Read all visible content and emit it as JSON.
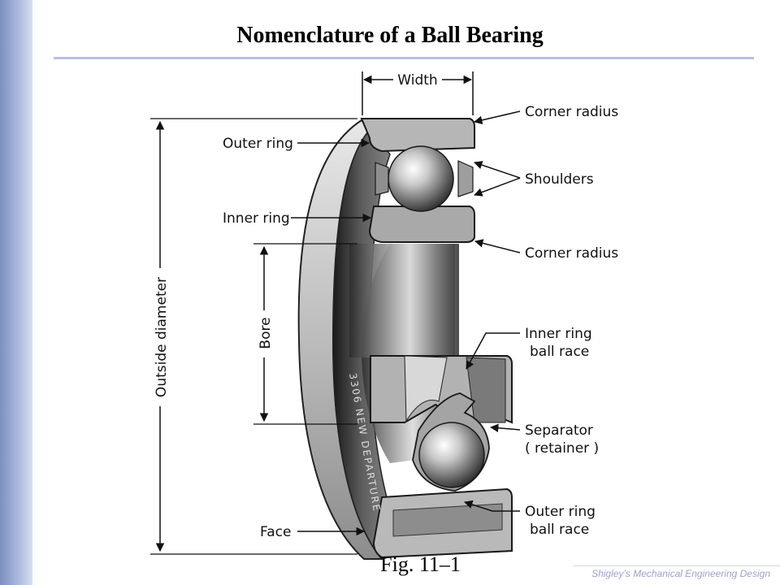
{
  "slide": {
    "title": "Nomenclature of a Ball Bearing",
    "figure_caption": "Fig. 11–1",
    "footer": "Shigley’s Mechanical Engineering Design"
  },
  "labels": {
    "width": "Width",
    "corner_radius_top": "Corner radius",
    "outer_ring": "Outer ring",
    "shoulders": "Shoulders",
    "inner_ring": "Inner ring",
    "corner_radius_mid": "Corner radius",
    "outside_diameter": "Outside diameter",
    "bore": "Bore",
    "inner_ring_ball_race_1": "Inner ring",
    "inner_ring_ball_race_2": "ball race",
    "separator_1": "Separator",
    "separator_2": "( retainer )",
    "face": "Face",
    "outer_ring_ball_race_1": "Outer ring",
    "outer_ring_ball_race_2": "ball race"
  }
}
